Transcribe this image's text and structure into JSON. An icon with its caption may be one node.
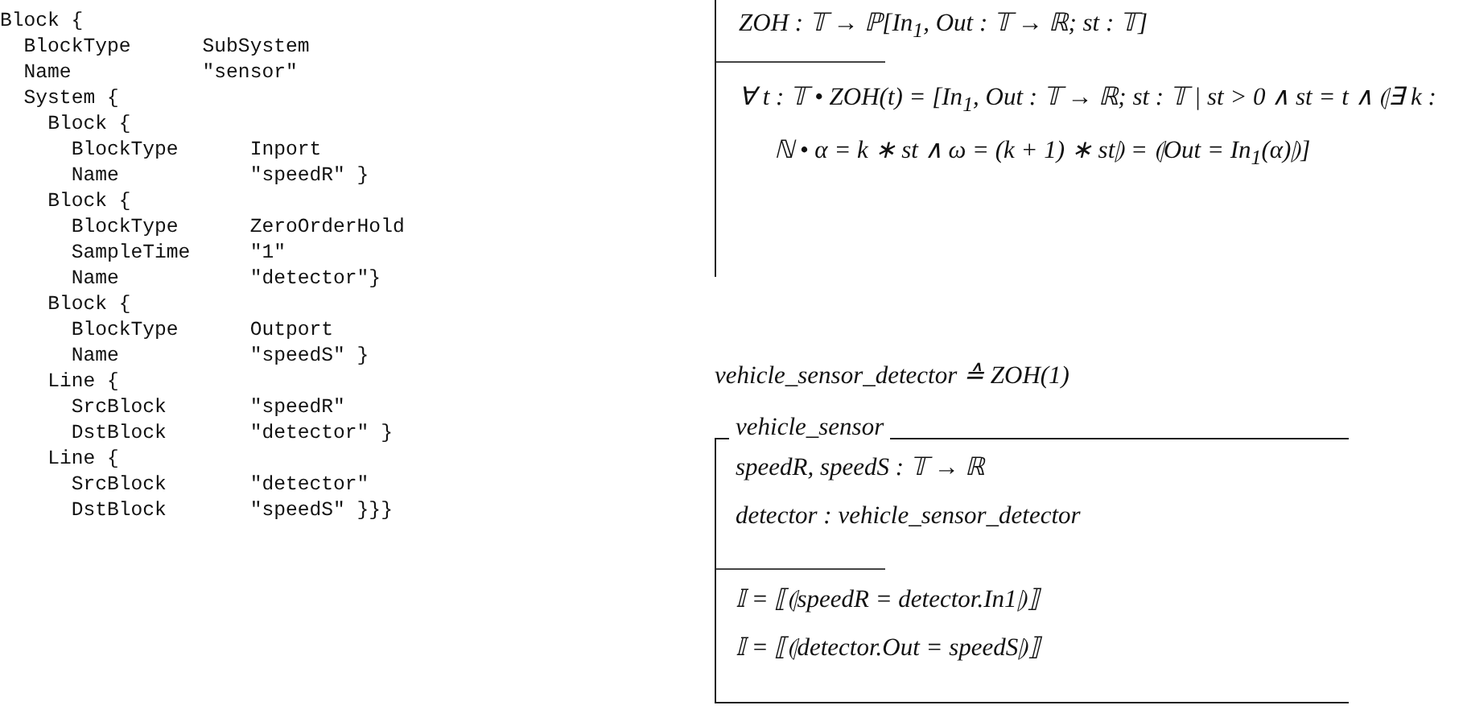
{
  "diagram": {
    "nodes": [
      {
        "text": [
          "ZOH : 𝕋 → ℙ[In$_{1}$, Out : 𝕋 → ℝ; st : 𝕋]",
          "∀ t : 𝕋 • ZOH(t) = [In$_{1}$, Out : 𝕋 → ℝ; st : 𝕋 | st > 0 ∧ st = t ∧ ⦇∃ k : ℕ • α = k ∗ st ∧ ω = (k + 1) ∗ st⦈ = ⦇Out = In$_{1}$(α)⦈]"
        ]
      },
      {
        "text": [
          "vehicle_sensor",
          "speedR, speedS : 𝕋 → ℝ",
          "detector : vehicle_sensor_detector",
          "𝕀 = ⟦⦇speedR = detector.In1⦈⟧",
          "𝕀 = ⟦⦇detector.Out = speedS⦈⟧"
        ]
      }
    ],
    "edges": [],
    "labels": [
      "Block {",
      "BlockType",
      "SubSystem",
      "Name",
      "\"sensor\"",
      "System {",
      "Block {",
      "BlockType",
      "Inport",
      "Name",
      "\"speedR\" }",
      "Block {",
      "BlockType",
      "ZeroOrderHold",
      "SampleTime",
      "\"1\"",
      "Name",
      "\"detector\"}",
      "Block {",
      "BlockType",
      "Outport",
      "Name",
      "\"speedS\" }",
      "Line {",
      "SrcBlock",
      "\"speedR\"",
      "DstBlock",
      "\"detector\" }",
      "Line {",
      "SrcBlock",
      "\"detector\"",
      "DstBlock",
      "\"speedS\" }}}",
      "vehicle_sensor_detector ≙ ZOH(1)"
    ]
  }
}
